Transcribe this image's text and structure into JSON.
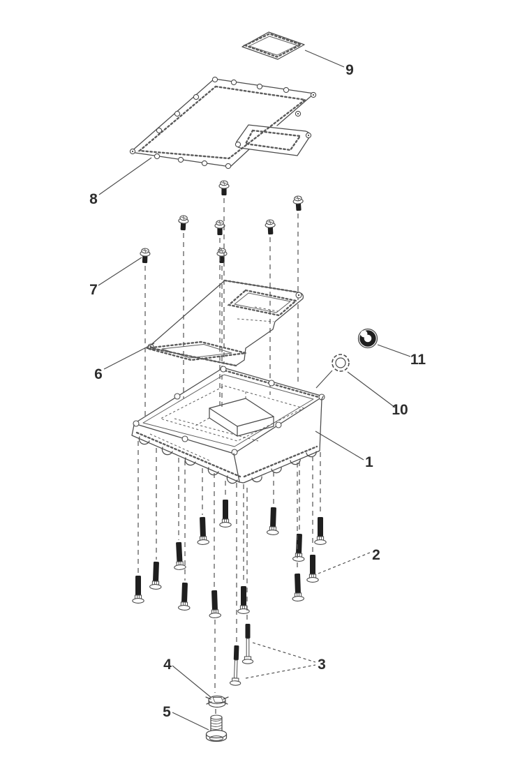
{
  "figure": {
    "kind": "exploded-parts-diagram",
    "background": "#ffffff",
    "line_color": "#4a4a4a",
    "dark_fill": "#1f1f1f",
    "label_color": "#2d2d2d"
  },
  "callouts": [
    "1",
    "2",
    "3",
    "4",
    "5",
    "6",
    "7",
    "8",
    "9",
    "10",
    "11"
  ]
}
